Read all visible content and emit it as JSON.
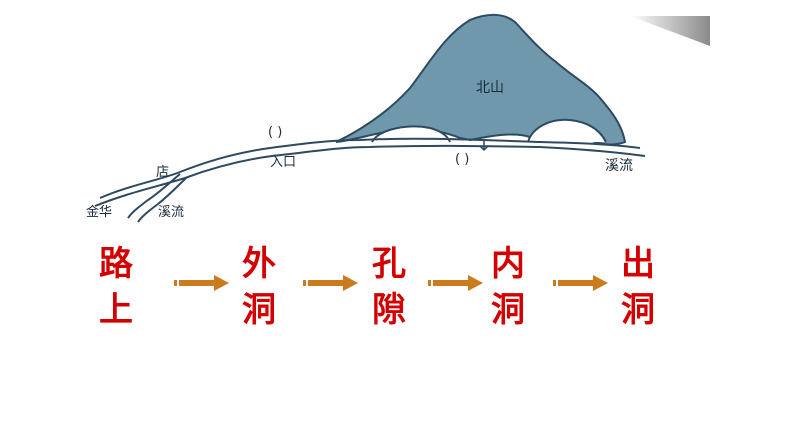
{
  "map": {
    "mountain_label": "北山",
    "entrance_label": "入口",
    "shop_label": "店",
    "jinhua_label": "金华",
    "stream_label_left": "溪流",
    "stream_label_right": "溪流",
    "blank_left": "(      )",
    "blank_middle": "(      )",
    "mountain_color": "#6f98ad"
  },
  "route": {
    "steps": [
      {
        "line1": "路",
        "line2": "上"
      },
      {
        "line1": "外",
        "line2": "洞"
      },
      {
        "line1": "孔",
        "line2": "隙"
      },
      {
        "line1": "内",
        "line2": "洞"
      },
      {
        "line1": "出",
        "line2": "洞"
      }
    ],
    "text_color": "#d40000",
    "arrow_color": "#cc7a1e",
    "arrow_icon": "right-arrow-icon"
  }
}
